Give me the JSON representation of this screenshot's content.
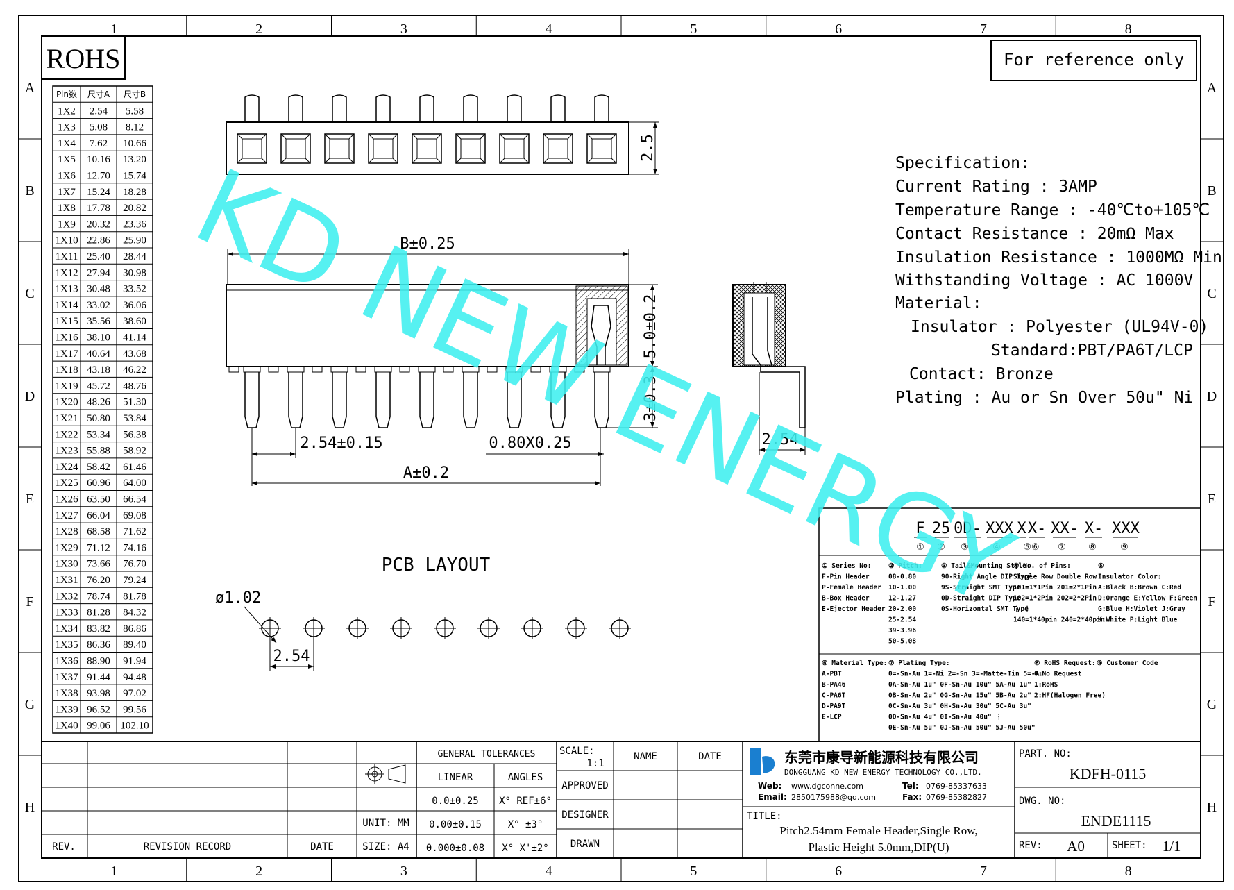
{
  "grid": {
    "columns": [
      "1",
      "2",
      "3",
      "4",
      "5",
      "6",
      "7",
      "8"
    ],
    "rows": [
      "A",
      "B",
      "C",
      "D",
      "E",
      "F",
      "G",
      "H"
    ]
  },
  "rohs": "ROHS",
  "reference_note": "For reference only",
  "watermark": "KD NEW ENERGY",
  "size_table": {
    "headers": [
      "Pin数",
      "尺寸A",
      "尺寸B"
    ],
    "rows": [
      [
        "1X2",
        "2.54",
        "5.58"
      ],
      [
        "1X3",
        "5.08",
        "8.12"
      ],
      [
        "1X4",
        "7.62",
        "10.66"
      ],
      [
        "1X5",
        "10.16",
        "13.20"
      ],
      [
        "1X6",
        "12.70",
        "15.74"
      ],
      [
        "1X7",
        "15.24",
        "18.28"
      ],
      [
        "1X8",
        "17.78",
        "20.82"
      ],
      [
        "1X9",
        "20.32",
        "23.36"
      ],
      [
        "1X10",
        "22.86",
        "25.90"
      ],
      [
        "1X11",
        "25.40",
        "28.44"
      ],
      [
        "1X12",
        "27.94",
        "30.98"
      ],
      [
        "1X13",
        "30.48",
        "33.52"
      ],
      [
        "1X14",
        "33.02",
        "36.06"
      ],
      [
        "1X15",
        "35.56",
        "38.60"
      ],
      [
        "1X16",
        "38.10",
        "41.14"
      ],
      [
        "1X17",
        "40.64",
        "43.68"
      ],
      [
        "1X18",
        "43.18",
        "46.22"
      ],
      [
        "1X19",
        "45.72",
        "48.76"
      ],
      [
        "1X20",
        "48.26",
        "51.30"
      ],
      [
        "1X21",
        "50.80",
        "53.84"
      ],
      [
        "1X22",
        "53.34",
        "56.38"
      ],
      [
        "1X23",
        "55.88",
        "58.92"
      ],
      [
        "1X24",
        "58.42",
        "61.46"
      ],
      [
        "1X25",
        "60.96",
        "64.00"
      ],
      [
        "1X26",
        "63.50",
        "66.54"
      ],
      [
        "1X27",
        "66.04",
        "69.08"
      ],
      [
        "1X28",
        "68.58",
        "71.62"
      ],
      [
        "1X29",
        "71.12",
        "74.16"
      ],
      [
        "1X30",
        "73.66",
        "76.70"
      ],
      [
        "1X31",
        "76.20",
        "79.24"
      ],
      [
        "1X32",
        "78.74",
        "81.78"
      ],
      [
        "1X33",
        "81.28",
        "84.32"
      ],
      [
        "1X34",
        "83.82",
        "86.86"
      ],
      [
        "1X35",
        "86.36",
        "89.40"
      ],
      [
        "1X36",
        "88.90",
        "91.94"
      ],
      [
        "1X37",
        "91.44",
        "94.48"
      ],
      [
        "1X38",
        "93.98",
        "97.02"
      ],
      [
        "1X39",
        "96.52",
        "99.56"
      ],
      [
        "1X40",
        "99.06",
        "102.10"
      ]
    ]
  },
  "dims": {
    "height_top": "2.5",
    "b_dim": "B±0.25",
    "body_height": "5.0±0.2",
    "tail_length": "3±0.3",
    "pitch": "2.54±0.15",
    "pin_section": "0.80X0.25",
    "a_dim": "A±0.2",
    "side_pitch": "2.54",
    "hole_dia": "ø1.02",
    "pcb_pitch": "2.54"
  },
  "pcb_layout_label": "PCB LAYOUT",
  "specification": {
    "title": "Specification:",
    "lines": [
      "Current Rating : 3AMP",
      "Temperature Range : -40℃to+105℃",
      "Contact Resistance : 20mΩ Max",
      "Insulation Resistance : 1000MΩ Min",
      "Withstanding Voltage : AC 1000V",
      "Material:",
      "Insulator : Polyester (UL94V-0)",
      "Standard:PBT/PA6T/LCP",
      "Contact: Bronze",
      "Plating : Au or Sn Over 50u\" Ni"
    ]
  },
  "part_code": {
    "segments": [
      "F",
      "25",
      "0D-",
      "XXX",
      "X",
      "X-",
      "XX-",
      "X-",
      "XXX"
    ],
    "markers": [
      "①",
      "②",
      "③",
      "④",
      "⑤⑥",
      "⑦",
      "⑧",
      "⑨"
    ],
    "legend_block1": [
      [
        "① Series No:",
        "F-Pin Header",
        "P-Female Header",
        "B-Box Header",
        "E-Ejector Header"
      ],
      [
        "② Pitch:",
        "08-0.80",
        "10-1.00",
        "12-1.27",
        "20-2.00",
        "25-2.54",
        "39-3.96",
        "50-5.08"
      ],
      [
        "③ Tail&Mounting Style:",
        "90-Right Angle DIP Type",
        "9S-Straight SMT Type",
        "0D-Straight DIP Type",
        "0S-Horizontal SMT Type"
      ],
      [
        "④ No. of Pins:",
        "Single Row   Double Row",
        "101=1*1Pin   201=2*1Pin",
        "102=1*2Pin   202=2*2Pin",
        "  ⋮            ⋮",
        "140=1*40pin  240=2*40pin"
      ],
      [
        "⑤",
        "Insulator Color:",
        "A:Black  B:Brown  C:Red",
        "D:Orange E:Yellow F:Green",
        "G:Blue   H:Violet J:Gray",
        "K:White  P:Light Blue"
      ]
    ],
    "legend_block2": [
      [
        "⑥ Material Type:",
        "A-PBT",
        "B-PA46",
        "C-PA6T",
        "D-PA9T",
        "E-LCP"
      ],
      [
        "⑦ Plating Type:",
        "0=-Sn-Au 1=-Ni 2=-Sn 3=-Matte-Tin 5=-Au",
        "0A-Sn-Au 1u\" 0F-Sn-Au 10u\"  5A-Au 1u\"",
        "0B-Sn-Au 2u\" 0G-Sn-Au 15u\"  5B-Au 2u\"",
        "0C-Sn-Au 3u\" 0H-Sn-Au 30u\"  5C-Au 3u\"",
        "0D-Sn-Au 4u\" 0I-Sn-Au 40u\"     ⋮",
        "0E-Sn-Au 5u\" 0J-Sn-Au 50u\"  5J-Au 50u\""
      ],
      [
        "⑧ RoHS Request:",
        "0:No Request",
        "1:RoHS",
        "2:HF(Halogen Free)"
      ],
      [
        "⑨ Customer Code"
      ]
    ]
  },
  "title_block": {
    "rev_label": "REV.",
    "revision_record_label": "REVISION RECORD",
    "date_label": "DATE",
    "general_tolerances": "GENERAL TOLERANCES",
    "linear": "LINEAR",
    "angles": "ANGLES",
    "tol_rows": [
      [
        "0.0±0.25",
        "X° REF±6°"
      ],
      [
        "0.00±0.15",
        "X° ±3°"
      ],
      [
        "0.000±0.08",
        "X° X'±2°"
      ]
    ],
    "unit_label": "UNIT: MM",
    "size_label": "SIZE: A4",
    "scale_label": "SCALE:",
    "scale_value": "1:1",
    "name_label": "NAME",
    "date2_label": "DATE",
    "approved": "APPROVED",
    "designer": "DESIGNER",
    "drawn": "DRAWN",
    "company_cn": "东莞市康导新能源科技有限公司",
    "company_en": "DONGGUANG KD NEW ENERGY TECHNOLOGY CO.,LTD.",
    "web_label": "Web:",
    "web": "www.dgconne.com",
    "tel_label": "Tel:",
    "tel": "0769-85337633",
    "email_label": "Email:",
    "email": "2850175988@qq.com",
    "fax_label": "Fax:",
    "fax": "0769-85382827",
    "title_label": "TITLE:",
    "title_line1": "Pitch2.54mm Female Header,Single Row,",
    "title_line2": "Plastic Height 5.0mm,DIP(U)",
    "part_no_label": "PART. NO:",
    "part_no": "KDFH-0115",
    "dwg_no_label": "DWG. NO:",
    "dwg_no": "ENDE1115",
    "rev2_label": "REV:",
    "rev_value": "A0",
    "sheet_label": "SHEET:",
    "sheet_value": "1/1"
  },
  "colors": {
    "watermark": "#3ff0f0",
    "line": "#000000"
  }
}
